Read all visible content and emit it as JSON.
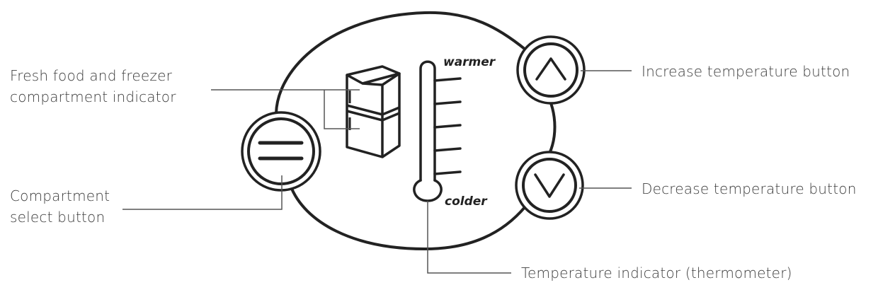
{
  "labels": {
    "compartment_indicator": {
      "line1": "Fresh food and freezer",
      "line2": "compartment indicator"
    },
    "select_button": {
      "line1": "Compartment",
      "line2": "select button"
    },
    "increase_button": "Increase temperature button",
    "decrease_button": "Decrease temperature button",
    "thermometer": "Temperature indicator (thermometer)"
  },
  "thermometer_scale": {
    "top": "warmer",
    "bottom": "colder"
  },
  "colors": {
    "ink": "#222222",
    "leader_line": "#555555",
    "label_text": "#3c3c3c"
  },
  "icons": {
    "select_button": "double-bar-icon",
    "increase_button": "chevron-up-icon",
    "decrease_button": "chevron-down-icon",
    "compartment": "fridge-icon",
    "thermometer": "thermometer-icon"
  }
}
